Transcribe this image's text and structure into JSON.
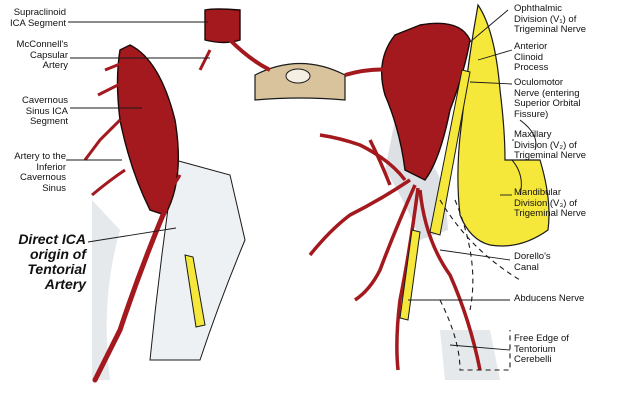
{
  "colors": {
    "artery": "#a3191e",
    "artery_outline": "#1a0a0a",
    "nerve": "#f6e83a",
    "bone": "#d9c39d",
    "dura_shadow": "#d4dadf",
    "background": "#ffffff",
    "leader": "#1a1a1a"
  },
  "labels": {
    "supraclinoid": "Supraclinoid\nICA Segment",
    "mcconnell": "McConnell's\nCapsular\nArtery",
    "cavernous_ica": "Cavernous\nSinus ICA\nSegment",
    "inferior_cavernous": "Artery to the\nInferior\nCavernous\nSinus",
    "direct_tentorial": "Direct ICA\norigin of\nTentorial\nArtery",
    "ophthalmic": "Ophthalmic\nDivision (V₁) of\nTrigeminal Nerve",
    "anterior_clinoid": "Anterior\nClinoid\nProcess",
    "oculomotor": "Oculomotor\nNerve (entering\nSuperior Orbital\nFissure)",
    "maxillary": "Maxillary\nDivision (V₂) of\nTrigeminal Nerve",
    "mandibular": "Mandibular\nDivision (V₃) of\nTrigeminal Nerve",
    "dorello": "Dorello's\nCanal",
    "abducens": "Abducens Nerve",
    "free_edge": "Free Edge of\nTentorium\nCerebelli"
  }
}
